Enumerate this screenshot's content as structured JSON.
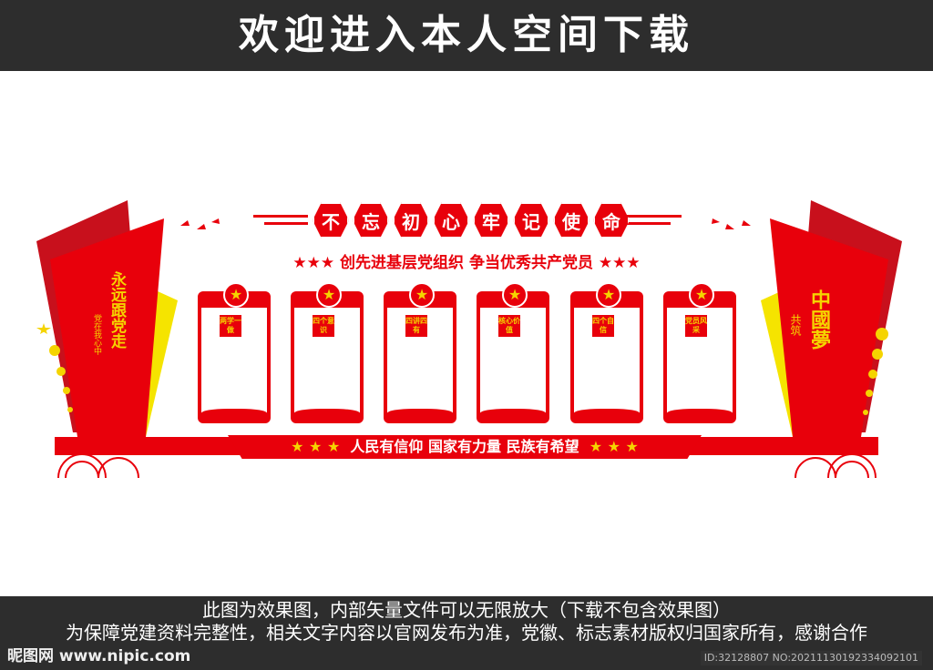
{
  "header": {
    "title": "欢迎进入本人空间下载"
  },
  "wall": {
    "title_chars": [
      "不",
      "忘",
      "初",
      "心",
      "牢",
      "记",
      "使",
      "命"
    ],
    "subtitle": "★★★ 创先进基层党组织 争当优秀共产党员 ★★★",
    "boards": [
      {
        "label": "两学一做"
      },
      {
        "label": "四个意识"
      },
      {
        "label": "四讲四有"
      },
      {
        "label": "核心价值"
      },
      {
        "label": "四个自信"
      },
      {
        "label": "党员风采"
      }
    ],
    "band_text": "人民有信仰 国家有力量 民族有希望",
    "band_stars": "★ ★ ★",
    "left_panel": {
      "main": "永远跟党走",
      "small": "党在我心中"
    },
    "right_panel": {
      "main": "中國夢",
      "small": "共筑"
    },
    "colors": {
      "red": "#e8000b",
      "yellow": "#f5d400",
      "dark": "#2d2d2d"
    }
  },
  "footer": {
    "line1": "此图为效果图，内部矢量文件可以无限放大（下载不包含效果图）",
    "line2": "为保障党建资料完整性，相关文字内容以官网发布为准，党徽、标志素材版权归国家所有，感谢合作",
    "watermark": "昵图网 www.nipic.com",
    "id": "ID:32128807 NO:20211130192334092101"
  }
}
